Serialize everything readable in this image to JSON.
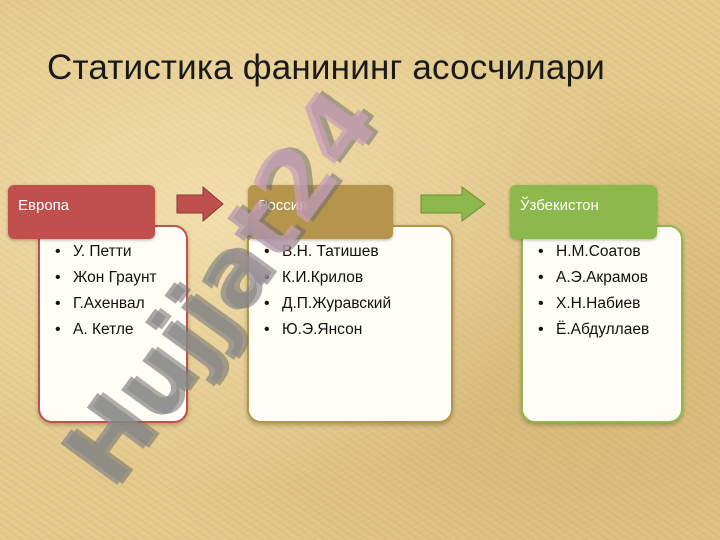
{
  "title": "Статистика фанининг асосчилари",
  "columns": [
    {
      "header": "Европа",
      "color": "#c0504d",
      "items": [
        "У. Петти",
        "Жон Граунт",
        "Г.Ахенвал",
        "А. Кетле"
      ]
    },
    {
      "header": "Россия",
      "color": "#b5954c",
      "items": [
        "В.Н. Татишев",
        "К.И.Крилов",
        "Д.П.Журавский",
        "Ю.Э.Янсон"
      ]
    },
    {
      "header": "Ўзбекистон",
      "color": "#8db94c",
      "items": [
        "Н.М.Соатов",
        "А.Э.Акрамов",
        "Х.Н.Набиев",
        "Ё.Абдуллаев"
      ]
    }
  ],
  "arrows": [
    {
      "color": "#c0504d"
    },
    {
      "color": "#8db94c"
    }
  ],
  "watermark": {
    "text": "Hujjat24",
    "color_light": "#c8a0b8",
    "color_dark": "#8a8a8a"
  }
}
